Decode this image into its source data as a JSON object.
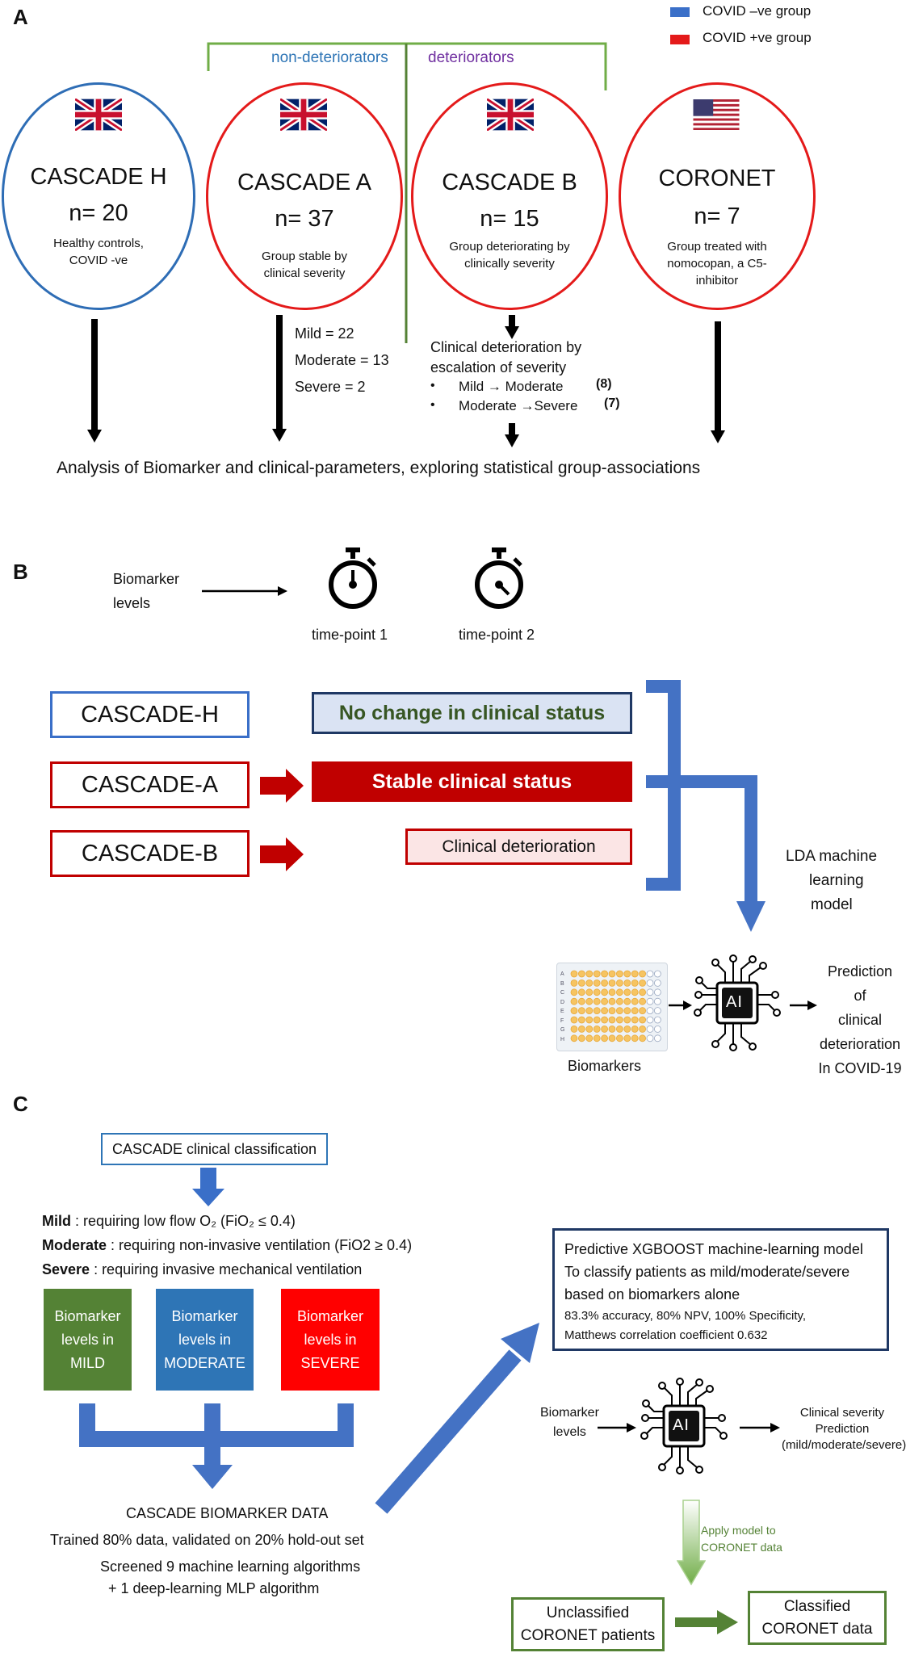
{
  "panel_a": {
    "letter": "A",
    "legend": [
      {
        "label": "COVID –ve group",
        "color": "#3a6fc8"
      },
      {
        "label": "COVID +ve group",
        "color": "#e41a1a"
      }
    ],
    "bracket_left_label": "non-deteriorators",
    "bracket_right_label": "deteriorators",
    "cohorts": [
      {
        "title": "CASCADE H",
        "n": "n= 20",
        "desc": "Healthy controls, COVID -ve",
        "color": "#2e6db5",
        "flag": "uk-flag-icon"
      },
      {
        "title": "CASCADE A",
        "n": "n= 37",
        "desc": "Group stable by clinical severity",
        "color": "#e41a1a",
        "flag": "uk-flag-icon"
      },
      {
        "title": "CASCADE B",
        "n": "n= 15",
        "desc": "Group deteriorating by clinically severity",
        "color": "#e41a1a",
        "flag": "uk-flag-icon"
      },
      {
        "title": "CORONET",
        "n": "n= 7",
        "desc": "Group treated with nomocopan, a C5-inhibitor",
        "color": "#e41a1a",
        "flag": "us-flag-icon"
      }
    ],
    "cascade_a_breakdown": [
      "Mild = 22",
      "Moderate = 13",
      "Severe = 2"
    ],
    "deterioration_title_1": "Clinical deterioration by",
    "deterioration_title_2": "escalation of severity",
    "deterioration_items": [
      {
        "bullet": "•",
        "text": "Mild → Moderate",
        "count": "(8)"
      },
      {
        "bullet": "•",
        "text": "Moderate →Severe",
        "count": "(7)"
      }
    ],
    "analysis_text": "Analysis of Biomarker and clinical-parameters, exploring statistical group-associations"
  },
  "panel_b": {
    "letter": "B",
    "biomarker_levels_line1": "Biomarker",
    "biomarker_levels_line2": "levels",
    "timepoint_1": "time-point 1",
    "timepoint_2": "time-point 2",
    "groups": [
      "CASCADE-H",
      "CASCADE-A",
      "CASCADE-B"
    ],
    "status_no_change": "No change in clinical status",
    "status_stable": "Stable clinical status",
    "status_deterioration": "Clinical deterioration",
    "lda_lines": [
      "LDA machine",
      "learning",
      "model"
    ],
    "biomarkers_label": "Biomarkers",
    "ai_label": "AI",
    "plate_rows": [
      "A",
      "B",
      "C",
      "D",
      "E",
      "F",
      "G",
      "H"
    ],
    "prediction_lines": [
      "Prediction",
      "of",
      "clinical",
      "deterioration",
      "In COVID-19"
    ],
    "colors": {
      "blue": "#3a6fc8",
      "dark_red": "#c00000",
      "status_green": "#375623"
    }
  },
  "panel_c": {
    "letter": "C",
    "classification_box": "CASCADE clinical classification",
    "mild_label": "Mild",
    "mild_text": " : requiring low flow O₂ (FiO₂ ≤ 0.4)",
    "moderate_label": "Moderate",
    "moderate_text": " : requiring non-invasive ventilation (FiO2 ≥ 0.4)",
    "severe_label": "Severe",
    "severe_text": " : requiring invasive mechanical ventilation",
    "level_boxes": [
      {
        "lines": [
          "Biomarker",
          "levels in",
          "MILD"
        ],
        "color": "#548235"
      },
      {
        "lines": [
          "Biomarker",
          "levels in",
          "MODERATE"
        ],
        "color": "#2e75b6"
      },
      {
        "lines": [
          "Biomarker",
          "levels in",
          "SEVERE"
        ],
        "color": "#ff0000"
      }
    ],
    "biomarker_data_title": "CASCADE BIOMARKER DATA",
    "training_text": "Trained 80% data, validated on 20% hold-out set",
    "screened_line1": "Screened 9 machine learning algorithms",
    "screened_line2": "+ 1 deep-learning MLP algorithm",
    "model_box_lines": [
      "Predictive XGBOOST machine-learning model",
      "To classify patients as mild/moderate/severe",
      "based on biomarkers alone"
    ],
    "model_metrics_1": "83.3% accuracy, 80% NPV, 100% Specificity,",
    "model_metrics_2": "Matthews correlation coefficient 0.632",
    "biomarker_levels_line1": "Biomarker",
    "biomarker_levels_line2": "levels",
    "ai_label": "AI",
    "severity_lines": [
      "Clinical severity",
      "Prediction",
      "(mild/moderate/severe)"
    ],
    "apply_model_line1": "Apply model to",
    "apply_model_line2": "CORONET data",
    "unclassified_lines": [
      "Unclassified",
      "CORONET patients"
    ],
    "classified_lines": [
      "Classified",
      "CORONET data"
    ]
  }
}
